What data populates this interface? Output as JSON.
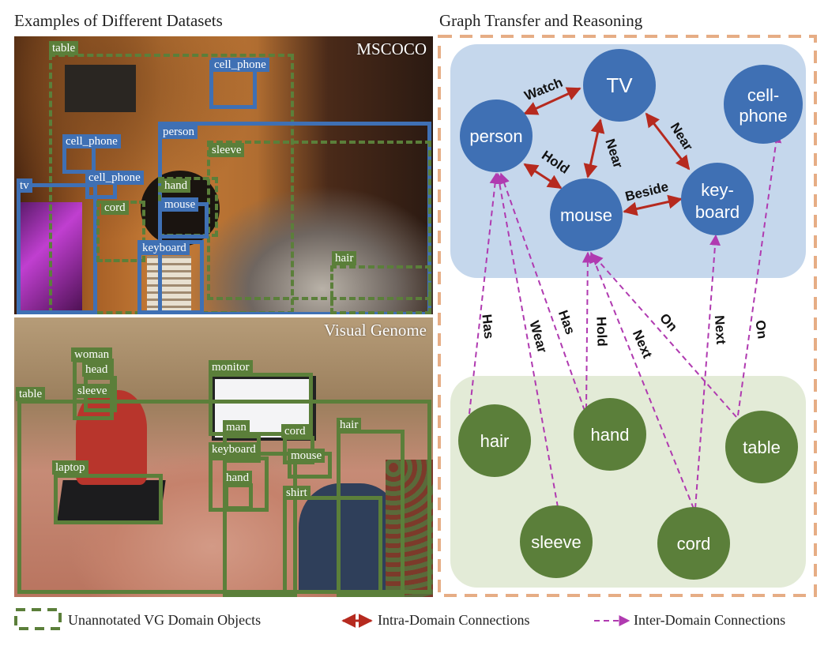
{
  "left_panel": {
    "title": "Examples of Different Datasets",
    "coco": {
      "title": "MSCOCO",
      "labels": {
        "table": "table",
        "cell_phone_1": "cell_phone",
        "cell_phone_2": "cell_phone",
        "cell_phone_3": "cell_phone",
        "person": "person",
        "sleeve": "sleeve",
        "tv": "tv",
        "hand": "hand",
        "cord": "cord",
        "mouse": "mouse",
        "keyboard": "keyboard",
        "hair": "hair"
      }
    },
    "vg": {
      "title": "Visual Genome",
      "labels": {
        "woman": "woman",
        "head": "head",
        "sleeve": "sleeve",
        "table": "table",
        "monitor": "monitor",
        "laptop": "laptop",
        "man": "man",
        "cord": "cord",
        "hair": "hair",
        "keyboard": "keyboard",
        "mouse": "mouse",
        "hand": "hand",
        "shirt": "shirt"
      }
    }
  },
  "right_panel": {
    "title": "Graph Transfer and Reasoning",
    "coco_nodes": {
      "tv": "TV",
      "person": "person",
      "cellphone_1": "cell-",
      "cellphone_2": "phone",
      "mouse": "mouse",
      "keyboard_1": "key-",
      "keyboard_2": "board"
    },
    "vg_nodes": {
      "hair": "hair",
      "hand": "hand",
      "table": "table",
      "sleeve": "sleeve",
      "cord": "cord"
    },
    "intra_edges": {
      "watch": "Watch",
      "hold": "Hold",
      "near_1": "Near",
      "near_2": "Near",
      "beside": "Beside"
    },
    "inter_edges": {
      "has_1": "Has",
      "wear": "Wear",
      "has_2": "Has",
      "hold": "Hold",
      "next_1": "Next",
      "on_1": "On",
      "next_2": "Next",
      "on_2": "On"
    }
  },
  "legend": {
    "unannotated": "Unannotated VG Domain Objects",
    "intra": "Intra-Domain Connections",
    "inter": "Inter-Domain Connections"
  },
  "colors": {
    "coco_blue": "#3f70b4",
    "vg_green": "#5b7f3a",
    "intra_red": "#b62a1f",
    "inter_magenta": "#b03ab0",
    "frame_orange": "#e6ad85",
    "coco_panel": "#c5d7ec",
    "vg_panel": "#e3ebd7"
  }
}
